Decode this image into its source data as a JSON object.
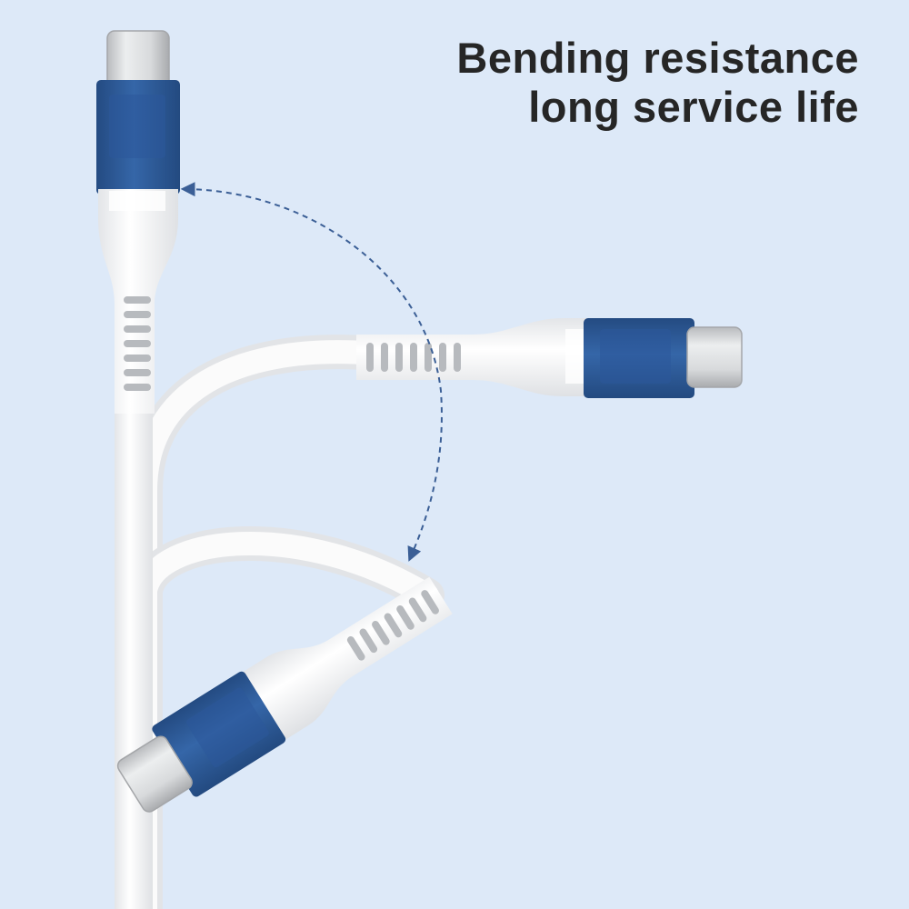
{
  "headline": {
    "line1": "Bending resistance",
    "line2": "long service life"
  },
  "colors": {
    "background": "#dde9f8",
    "connector_blue": "#2f5c9c",
    "cable_white": "#f7f7f7",
    "plug_metal": "#d6d7d9",
    "arrow_dash": "#3b5f96",
    "text": "#262626"
  },
  "icons": {
    "plug": "usb-c-plug",
    "arrow": "dashed-curved-arrow"
  }
}
